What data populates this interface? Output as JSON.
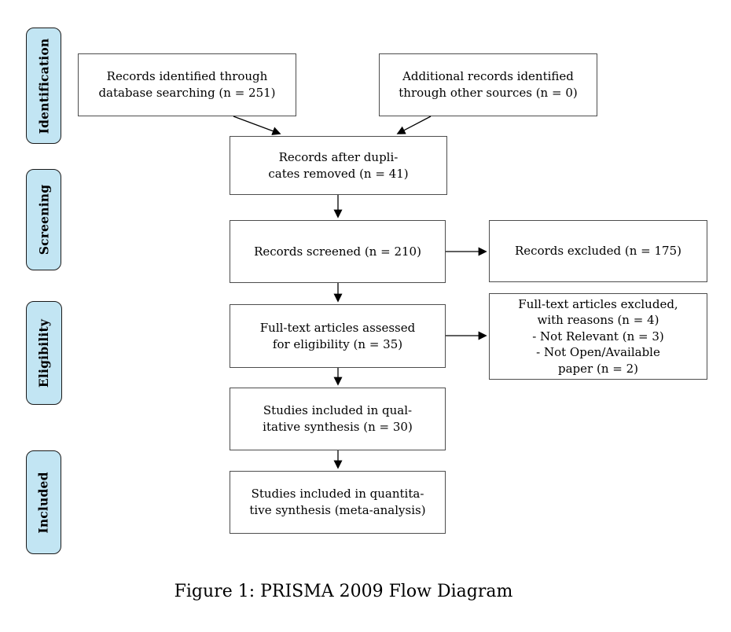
{
  "diagram": {
    "caption": "Figure 1: PRISMA 2009 Flow Diagram",
    "stages": [
      {
        "label": "Identification"
      },
      {
        "label": "Screening"
      },
      {
        "label": "Eligibility"
      },
      {
        "label": "Included"
      }
    ],
    "nodes": {
      "records_identified": "Records identified through\ndatabase searching (n = 251)",
      "additional_records": "Additional records identified\nthrough other sources (n = 0)",
      "duplicates_removed": "Records after dupli-\ncates removed (n = 41)",
      "records_screened": "Records screened (n = 210)",
      "records_excluded": "Records excluded (n = 175)",
      "fulltext_assessed": "Full-text articles assessed\nfor eligibility (n = 35)",
      "fulltext_excluded": "Full-text articles excluded,\nwith reasons (n = 4)\n- Not Relevant (n = 3)\n- Not Open/Available\npaper (n = 2)",
      "qualitative_included": "Studies included in qual-\nitative synthesis (n = 30)",
      "quantitative_included": "Studies included in quantita-\ntive synthesis (meta-analysis)"
    },
    "colors": {
      "stage_fill": "#c2e5f3",
      "stage_border": "#1a1a1a",
      "box_border": "#4d4d4d",
      "arrow": "#000000"
    }
  }
}
